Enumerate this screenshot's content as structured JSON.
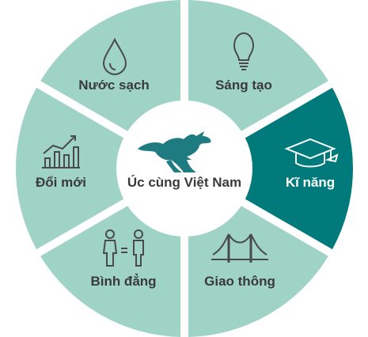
{
  "colors": {
    "segment_fill": "#9fd3c6",
    "segment_highlight": "#007a7a",
    "gap": "#ffffff",
    "text_dark": "#3a3a3a",
    "text_light": "#ffffff",
    "kangaroo": "#1e7c80",
    "icon_stroke": "#4a4a4a"
  },
  "center": {
    "title": "Úc cùng Việt Nam",
    "icon": "kangaroo-icon"
  },
  "segments": [
    {
      "label": "Nước sạch",
      "icon": "water-drop-icon",
      "highlighted": false
    },
    {
      "label": "Sáng tạo",
      "icon": "lightbulb-icon",
      "highlighted": false
    },
    {
      "label": "Kĩ năng",
      "icon": "graduation-cap-icon",
      "highlighted": true
    },
    {
      "label": "Giao thông",
      "icon": "bridge-icon",
      "highlighted": false
    },
    {
      "label": "Bình đẳng",
      "icon": "gender-equality-icon",
      "highlighted": false
    },
    {
      "label": "Đổi mới",
      "icon": "growth-chart-icon",
      "highlighted": false
    }
  ]
}
